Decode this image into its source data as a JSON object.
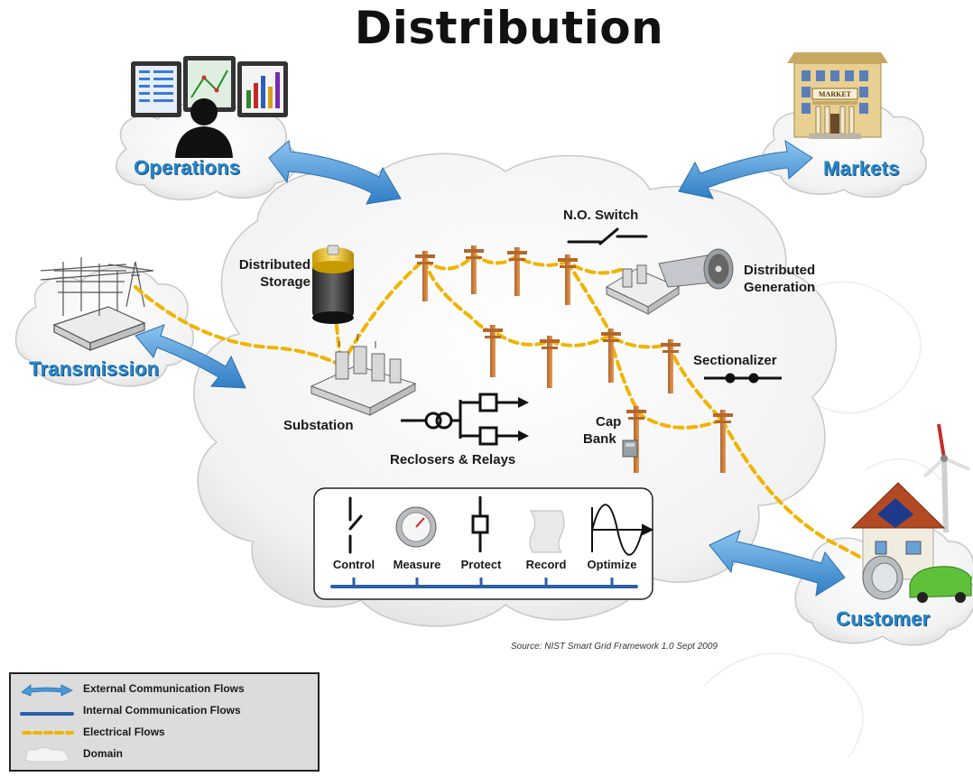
{
  "title": "Distribution",
  "domains": {
    "operations": "Operations",
    "markets": "Markets",
    "transmission": "Transmission",
    "customer": "Customer"
  },
  "components": {
    "no_switch": "N.O. Switch",
    "distributed_storage_line1": "Distributed",
    "distributed_storage_line2": "Storage",
    "distributed_generation_line1": "Distributed",
    "distributed_generation_line2": "Generation",
    "sectionalizer": "Sectionalizer",
    "substation": "Substation",
    "cap_bank_line1": "Cap",
    "cap_bank_line2": "Bank",
    "reclosers_relays": "Reclosers & Relays",
    "market_sign": "MARKET"
  },
  "functions": [
    "Control",
    "Measure",
    "Protect",
    "Record",
    "Optimize"
  ],
  "source": "Source:  NIST Smart Grid Framework 1.0 Sept 2009",
  "legend": [
    {
      "key": "external",
      "label": "External Communication Flows"
    },
    {
      "key": "internal",
      "label": "Internal Communication Flows"
    },
    {
      "key": "electrical",
      "label": "Electrical Flows"
    },
    {
      "key": "domain",
      "label": "Domain"
    }
  ],
  "colors": {
    "external_arrow": "#4a97d6",
    "internal_line": "#2a5fa8",
    "electrical": "#f0b400",
    "cloud": "#f1f1f1",
    "domain_label": "#2b86c8"
  }
}
